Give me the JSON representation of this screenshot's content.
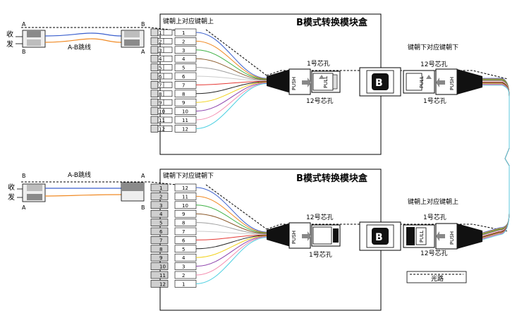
{
  "top": {
    "title": "B模式转换模块盒",
    "keying_label": "键朝上对应键朝上",
    "patch_label": "A-B跳线",
    "rx": "收",
    "tx": "发",
    "fanout_left": [
      "1",
      "2",
      "3",
      "4",
      "5",
      "6",
      "7",
      "8",
      "9",
      "10",
      "11",
      "12"
    ],
    "fanout_right": [
      "1",
      "2",
      "3",
      "4",
      "5",
      "6",
      "7",
      "8",
      "9",
      "10",
      "11",
      "12"
    ],
    "end_a_top": "A",
    "end_b_bottom": "B",
    "mid_b_top": "B",
    "mid_a_bottom": "A",
    "core1": "1号芯孔",
    "core12": "12号芯孔",
    "push": "PUSH",
    "pull": "PULL",
    "adapter": "B"
  },
  "bottom": {
    "title": "B模式转换模块盒",
    "keying_label": "键朝下对应键朝下",
    "patch_label": "A-B跳线",
    "rx": "收",
    "tx": "发",
    "fanout_left": [
      "1",
      "2",
      "3",
      "4",
      "5",
      "6",
      "7",
      "8",
      "9",
      "10",
      "11",
      "12"
    ],
    "fanout_right": [
      "12",
      "11",
      "10",
      "9",
      "8",
      "7",
      "6",
      "5",
      "4",
      "3",
      "2",
      "1"
    ],
    "end_b_top": "B",
    "end_a_bottom": "A",
    "mid_a_top": "A",
    "mid_b_bottom": "B",
    "core12": "12号芯孔",
    "core1": "1号芯孔",
    "push": "PUSH",
    "pull": "PULL",
    "adapter": "B"
  },
  "right": {
    "keying_top": "键朝下对应键朝下",
    "keying_bottom": "键朝上对应键朝上",
    "core12_top": "12号芯孔",
    "core1_top": "1号芯孔",
    "core1_bottom": "1号芯孔",
    "core12_bottom": "12号芯孔"
  },
  "legend": {
    "label": "光路"
  },
  "colors": {
    "fibers": [
      "#3a5fcd",
      "#f08a24",
      "#3cb043",
      "#8b5a2b",
      "#9e9e9e",
      "#f5f5f5",
      "#e53935",
      "#222222",
      "#f2d21b",
      "#8e44ad",
      "#f48fb1",
      "#4dd0e1"
    ]
  }
}
